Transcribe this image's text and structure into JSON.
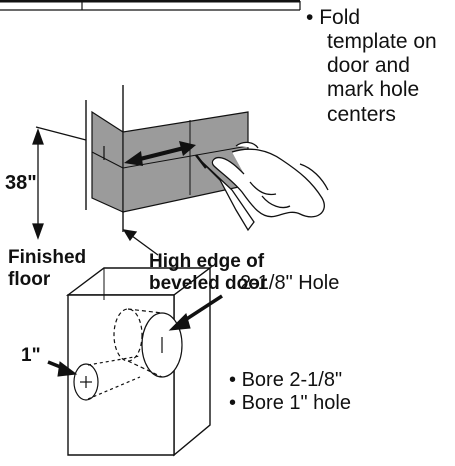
{
  "instruction_fold": {
    "bullet": "•",
    "lines": [
      "Fold",
      "template on",
      "door and",
      "mark hole",
      "centers"
    ]
  },
  "labels": {
    "height": "38\"",
    "finished_floor_1": "Finished",
    "finished_floor_2": "floor",
    "bevel_1": "High edge of",
    "bevel_2": "beveled door",
    "big_hole": "2-1/8\" Hole",
    "small_hole": "1\""
  },
  "instructions_bore": [
    "Bore 2-1/8\"",
    "Bore 1\" hole"
  ],
  "colors": {
    "line": "#111111",
    "template_fill": "#9b9b9b",
    "template_dark": "#7a7a7a"
  }
}
